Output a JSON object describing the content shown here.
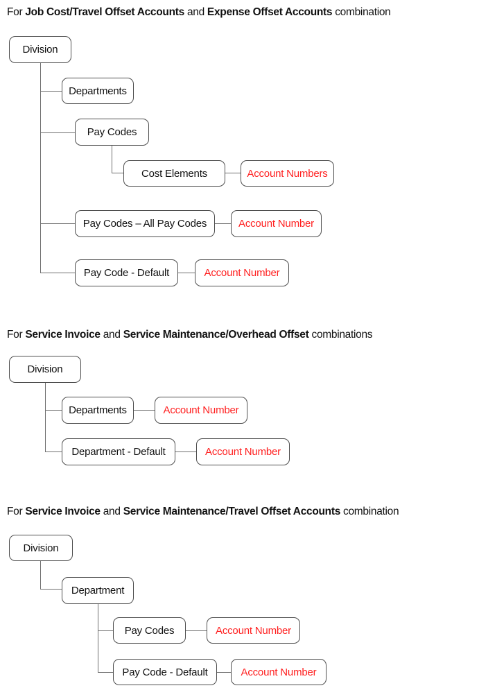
{
  "colors": {
    "text": "#111111",
    "account_highlight_red": "#ff1f1f",
    "box_border": "#4d4d4d",
    "connector_line": "#6e6e6e",
    "background": "#ffffff"
  },
  "sections": [
    {
      "title": {
        "prefix": "For ",
        "bold1": "Job Cost/Travel Offset Accounts",
        "mid": " and ",
        "bold2": "Expense Offset Accounts",
        "suffix": " combination"
      },
      "nodes": {
        "division": "Division",
        "departments": "Departments",
        "pay_codes": "Pay Codes",
        "cost_elements": "Cost Elements",
        "account_numbers": "Account Numbers",
        "all_pay_codes": "Pay Codes – All Pay Codes",
        "account_number_all": "Account Number",
        "pay_code_default": "Pay Code - Default",
        "account_number_default": "Account Number"
      }
    },
    {
      "title": {
        "prefix": "For ",
        "bold1": "Service Invoice",
        "mid": " and ",
        "bold2": "Service Maintenance/Overhead Offset",
        "suffix": " combinations"
      },
      "nodes": {
        "division": "Division",
        "departments": "Departments",
        "account_number_departments": "Account Number",
        "department_default": "Department - Default",
        "account_number_default": "Account Number"
      }
    },
    {
      "title": {
        "prefix": "For ",
        "bold1": "Service Invoice",
        "mid": " and ",
        "bold2": "Service Maintenance/Travel Offset Accounts",
        "suffix": " combination"
      },
      "nodes": {
        "division": "Division",
        "department": "Department",
        "pay_codes": "Pay Codes",
        "account_number_pay_codes": "Account Number",
        "pay_code_default": "Pay Code - Default",
        "account_number_default": "Account Number"
      }
    }
  ]
}
